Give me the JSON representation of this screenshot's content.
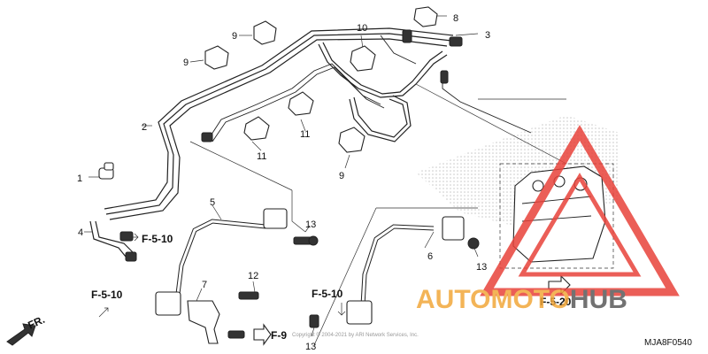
{
  "diagram": {
    "part_labels": [
      "1",
      "2",
      "3",
      "4",
      "5",
      "6",
      "7",
      "8",
      "9",
      "9",
      "9",
      "10",
      "11",
      "11",
      "12",
      "13",
      "13",
      "13"
    ],
    "refs": [
      "F-5-10",
      "F-5-10",
      "F-5-10",
      "F-5-20",
      "F-9"
    ],
    "direction": "FR.",
    "code": "MJA8F0540",
    "copyright": "Copyright © 2004-2021 by ARI Network Services, Inc."
  },
  "watermark": {
    "brand_auto": "AUTO",
    "brand_moto": "MOTO",
    "brand_hub": "HUB",
    "colors": {
      "red": "#e8423a",
      "orange": "#f2a73a",
      "gray": "#5a5a5a"
    }
  }
}
